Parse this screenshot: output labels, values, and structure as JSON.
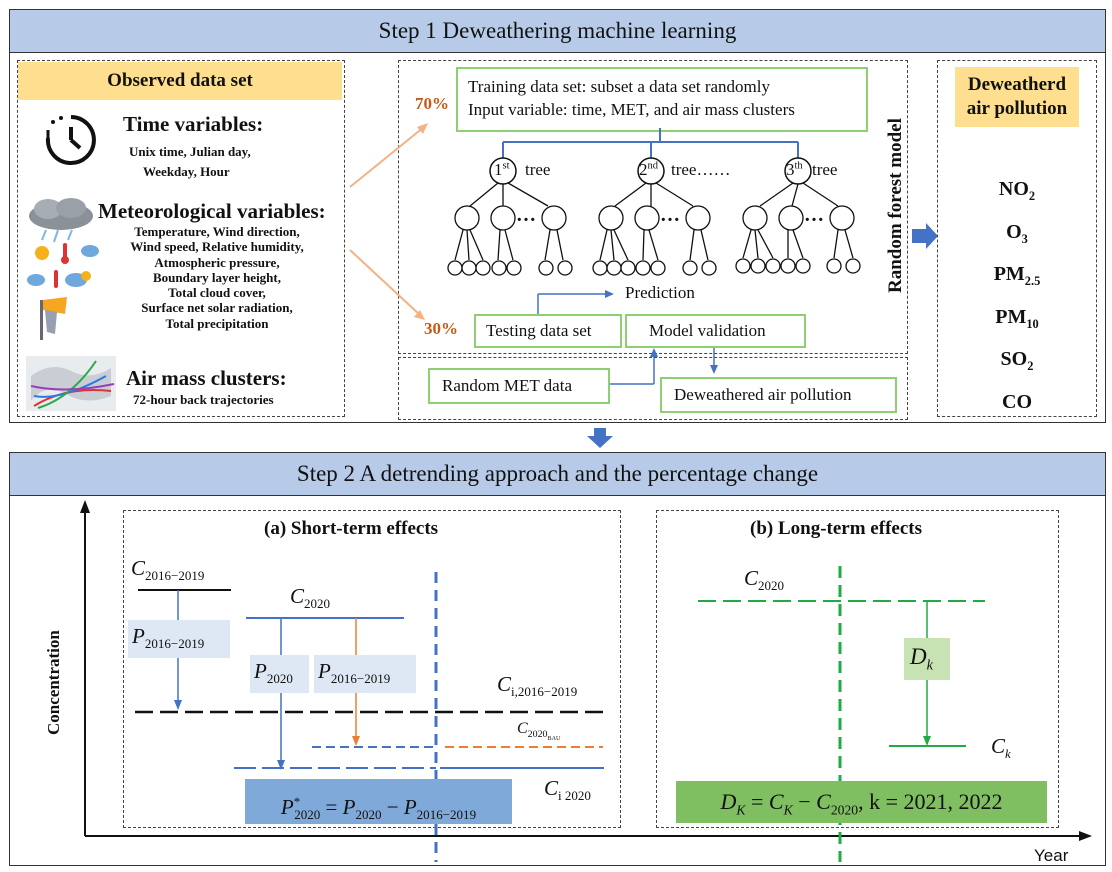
{
  "step1": {
    "title": "Step 1 Deweathering machine learning",
    "observed": {
      "header": "Observed data set",
      "time_title": "Time variables:",
      "time_desc_1": "Unix time, Julian day,",
      "time_desc_2": "Weekday, Hour",
      "met_title": "Meteorological variables:",
      "met_lines": [
        "Temperature, Wind direction,",
        "Wind speed, Relative humidity,",
        "Atmospheric pressure,",
        "Boundary layer height,",
        "Total cloud cover,",
        "Surface net solar radiation,",
        "Total precipitation"
      ],
      "air_title": "Air mass clusters:",
      "air_desc": "72-hour back trajectories"
    },
    "rf": {
      "pct70": "70%",
      "pct30": "30%",
      "training_1": "Training data set: subset a data set randomly",
      "training_2": "Input variable: time,  MET, and air mass clusters",
      "tree1_num": "1",
      "tree1_sup": "st",
      "tree2_num": "2",
      "tree2_sup": "nd",
      "tree3_num": "3",
      "tree3_sup": "th",
      "tree_word": "tree",
      "tree2_label": "tree……",
      "dots": "…",
      "prediction": "Prediction",
      "testing": "Testing data set",
      "validation": "Model validation",
      "random_met": "Random MET data",
      "deweathered": "Deweathered air pollution",
      "side_label": "Random forest model"
    },
    "output": {
      "header_1": "Deweatherd",
      "header_2": "air pollution",
      "items": [
        {
          "base": "NO",
          "sub": "2"
        },
        {
          "base": "O",
          "sub": "3"
        },
        {
          "base": "PM",
          "sub": "2.5"
        },
        {
          "base": "PM",
          "sub": "10"
        },
        {
          "base": "SO",
          "sub": "2"
        },
        {
          "base": "CO",
          "sub": ""
        }
      ]
    }
  },
  "step2": {
    "title": "Step 2 A detrending approach and the percentage change",
    "y_axis": "Concentration",
    "x_axis": "Year",
    "short": {
      "title": "(a) Short-term effects",
      "c1619_base": "C",
      "c1619_sub": "2016−2019",
      "c2020_base": "C",
      "c2020_sub": "2020",
      "p1619_base": "P",
      "p1619_sub": "2016−2019",
      "p2020_base": "P",
      "p2020_sub": "2020",
      "p1619b_base": "P",
      "p1619b_sub": "2016−2019",
      "ci1619_base": "C",
      "ci1619_sub": "i,2016−2019",
      "cbau_base": "C",
      "cbau_sub": "2020",
      "cbau_subsub": "BAU",
      "ci2020_base": "C",
      "ci2020_sub": "i 2020",
      "formula_lhs": "P",
      "formula_lhs_sup": "*",
      "formula_lhs_sub": "2020",
      "formula_eq": "=",
      "formula_a": "P",
      "formula_a_sub": "2020",
      "formula_minus": "−",
      "formula_b": "P",
      "formula_b_sub": "2016−2019"
    },
    "long": {
      "title": "(b) Long-term effects",
      "c2020_base": "C",
      "c2020_sub": "2020",
      "dk_base": "D",
      "dk_sub": "k",
      "ck_base": "C",
      "ck_sub": "k",
      "formula": "D",
      "formula_sub": "K",
      "formula_eq": " = ",
      "formula_c": "C",
      "formula_c_sub": "K",
      "formula_minus": " − ",
      "formula_c2": "C",
      "formula_c2_sub": "2020",
      "formula_tail": ", k = 2021, 2022"
    }
  },
  "colors": {
    "banner": "#b7cbe8",
    "yellow": "#fddf8f",
    "green_border": "#8fcf73",
    "green_fill": "#c7e2b3",
    "green_formula": "#7fbf62",
    "blue_formula": "#7fa9d8",
    "orange": "#c55a11",
    "orange_line": "#ed7d31",
    "blue_line": "#4472c4",
    "green_line": "#22aa44"
  }
}
